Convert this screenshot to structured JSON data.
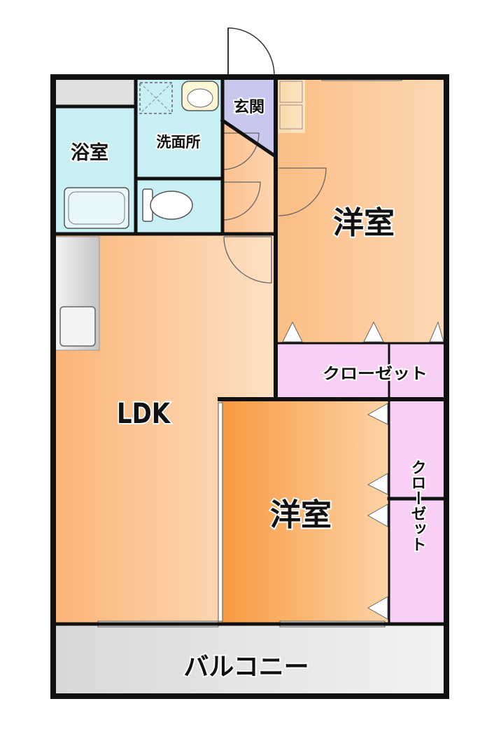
{
  "rooms": {
    "bathroom": "浴室",
    "washroom": "洗面所",
    "entrance": "玄関",
    "western_room_1": "洋室",
    "ldk": "LDK",
    "closet_1": "クローゼット",
    "western_room_2": "洋室",
    "closet_2": "クローゼット",
    "balcony": "バルコニー"
  },
  "colors": {
    "wall": "#111111",
    "wet_area": "#c8f0f4",
    "entrance": "#c8c8ee",
    "closet": "#f8d0f6",
    "balcony": "#e0e0e0",
    "room_light": "#fccfa2",
    "room_dark": "#f7a048"
  }
}
